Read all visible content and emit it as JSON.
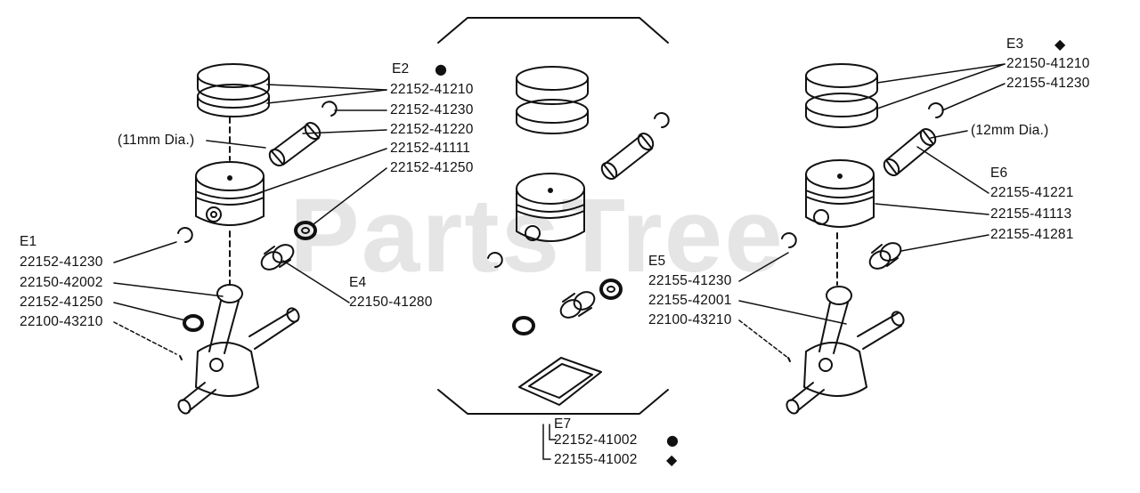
{
  "watermark": "PartsTree",
  "legend": {
    "circle_symbol": "●",
    "diamond_symbol": "◆"
  },
  "left_group": {
    "kit_code": "E2",
    "parts_top": [
      "22152-41210",
      "22152-41230",
      "22152-41220",
      "22152-41111",
      "22152-41250"
    ],
    "pin_note": "(11mm Dia.)",
    "crank_kit_code": "E1",
    "parts_bottom": [
      "22152-41230",
      "22150-42002",
      "22152-41250",
      "22100-43210"
    ]
  },
  "center_group": {
    "bearing_kit_code": "E4",
    "bearing_part": "22150-41280",
    "gasket_kit_code": "E7",
    "gasket_parts": [
      "22152-41002",
      "22155-41002"
    ]
  },
  "right_group": {
    "kit_code": "E3",
    "parts_top": [
      "22150-41210",
      "22155-41230"
    ],
    "pin_note": "(12mm Dia.)",
    "sub_kit_code": "E6",
    "parts_mid": [
      "22155-41221",
      "22155-41113",
      "22155-41281"
    ],
    "crank_kit_code": "E5",
    "parts_bottom": [
      "22155-41230",
      "22155-42001",
      "22100-43210"
    ]
  }
}
